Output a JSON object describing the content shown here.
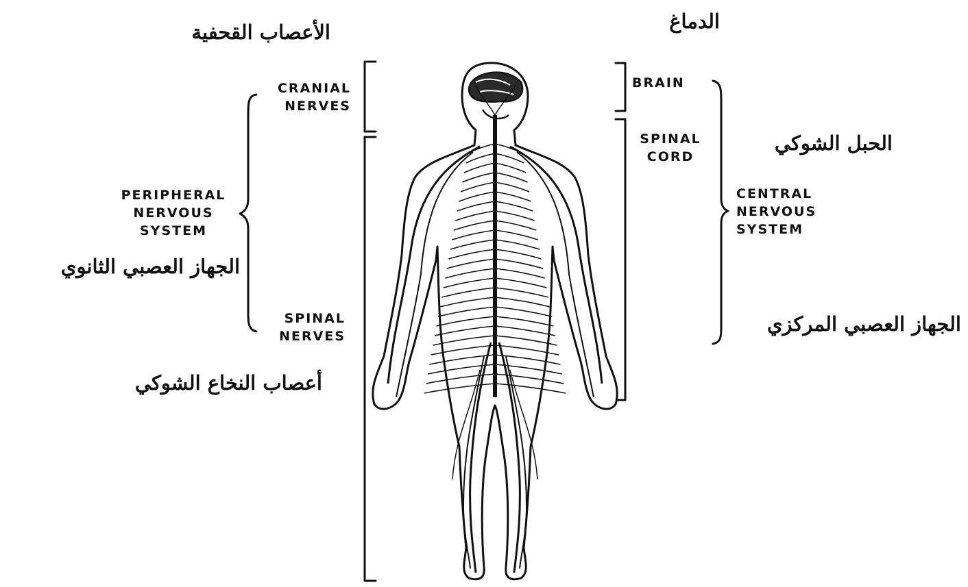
{
  "labels_en": {
    "cranial": [
      "CRANIAL",
      "NERVES"
    ],
    "peripheral": [
      "PERIPHERAL",
      "NERVOUS",
      "SYSTEM"
    ],
    "spinal_nerves": [
      "SPINAL",
      "NERVES"
    ],
    "brain": [
      "BRAIN"
    ],
    "spinal_cord": [
      "SPINAL",
      "CORD"
    ],
    "central": [
      "CENTRAL",
      "NERVOUS",
      "SYSTEM"
    ]
  },
  "labels_ar": {
    "cranial_nerves": "الأعصاب القحفية",
    "brain": "الدماغ",
    "spinal_cord": "الحبل الشوكي",
    "peripheral_system": "الجهاز العصبي الثانوي",
    "central_system": "الجهاز العصبي المركزي",
    "spinal_nerves": "أعصاب النخاع الشوكي"
  }
}
